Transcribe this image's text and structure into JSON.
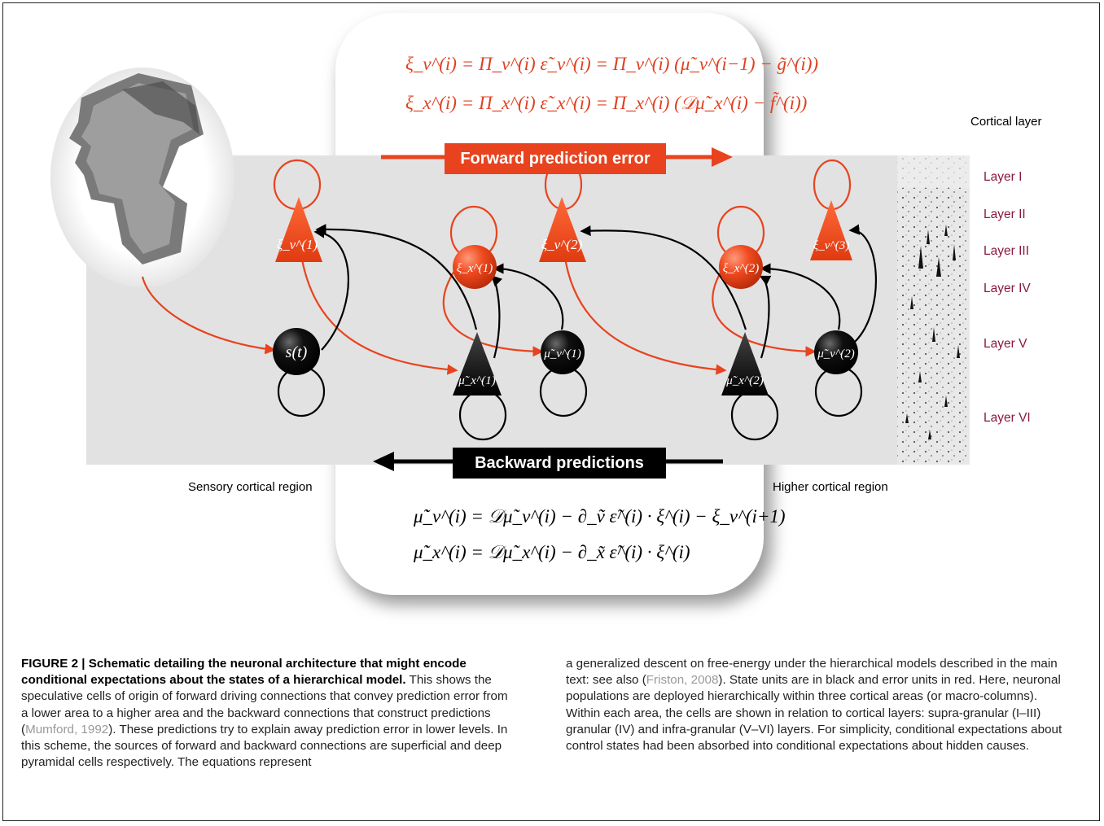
{
  "figure": {
    "forward_equations": [
      "ξ_v^(i) = Π_v^(i) ε̃_v^(i) = Π_v^(i) (μ̃_v^(i−1) − g̃^(i))",
      "ξ_x^(i) = Π_x^(i) ε̃_x^(i) = Π_x^(i) (𝒟μ̃_x^(i) − f̃^(i))"
    ],
    "backward_equations": [
      "μ̃̇_v^(i) = 𝒟μ̃_v^(i) − ∂_ṽ ε̃^(i) · ξ^(i) − ξ_v^(i+1)",
      "μ̃̇_x^(i) = 𝒟μ̃_x^(i) − ∂_x̃ ε̃^(i) · ξ^(i)"
    ],
    "forward_label": "Forward prediction error",
    "backward_label": "Backward predictions",
    "cortical_layer_title": "Cortical layer",
    "layers": [
      "Layer I",
      "Layer II",
      "Layer III",
      "Layer IV",
      "Layer V",
      "Layer VI"
    ],
    "sensory_region_label": "Sensory cortical region",
    "higher_region_label": "Higher cortical region",
    "nodes": {
      "s_t": "s(t)",
      "xi_v1": "ξ_v^(1)",
      "xi_x1": "ξ_x^(1)",
      "xi_v2": "ξ_v^(2)",
      "xi_x2": "ξ_x^(2)",
      "xi_v3": "ξ_v^(3)",
      "mu_x1": "μ̃_x^(1)",
      "mu_v1": "μ̃_v^(1)",
      "mu_x2": "μ̃_x^(2)",
      "mu_v2": "μ̃_v^(2)"
    },
    "colors": {
      "error": "#e8431e",
      "state": "#000000",
      "layer_text": "#8a1a3c",
      "citation": "#999999"
    }
  },
  "caption": {
    "heading": "FIGURE 2 | Schematic detailing the neuronal architecture that might encode conditional expectations about the states of a hierarchical model.",
    "left_1": " This shows the speculative cells of origin of forward driving connections that convey prediction error from a lower area to a higher area and the backward connections that construct predictions (",
    "cite_1": "Mumford, 1992",
    "left_2": "). These predictions try to explain away prediction error in lower levels. In this scheme, the sources of forward and backward connections are superficial and deep pyramidal cells respectively. The equations represent",
    "right_1": "a generalized descent on free-energy under the hierarchical models described in the main text: see also (",
    "cite_2": "Friston, 2008",
    "right_2": "). State units are in black and error units in red. Here, neuronal populations are deployed hierarchically within three cortical areas (or macro-columns). Within each area, the cells are shown in relation to cortical layers: supra-granular (I–III) granular (IV) and infra-granular (V–VI) layers. For simplicity, conditional expectations about control states had been absorbed into conditional expectations about hidden causes."
  }
}
